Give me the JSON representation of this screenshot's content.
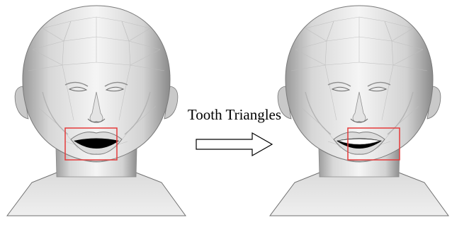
{
  "caption": "Tooth Triangles",
  "colors": {
    "highlight_box": "#e53a3a",
    "mesh_light": "#f4f4f4",
    "mesh_dark": "#7a7a7a",
    "mouth_cavity": "#000000",
    "teeth": "#fdfdfd"
  },
  "panels": [
    {
      "name": "mouth-open-without-teeth",
      "mouth_fill": "cavity"
    },
    {
      "name": "mouth-open-with-tooth-triangles",
      "mouth_fill": "teeth"
    }
  ],
  "arrow": {
    "direction": "right",
    "style": "hollow"
  }
}
